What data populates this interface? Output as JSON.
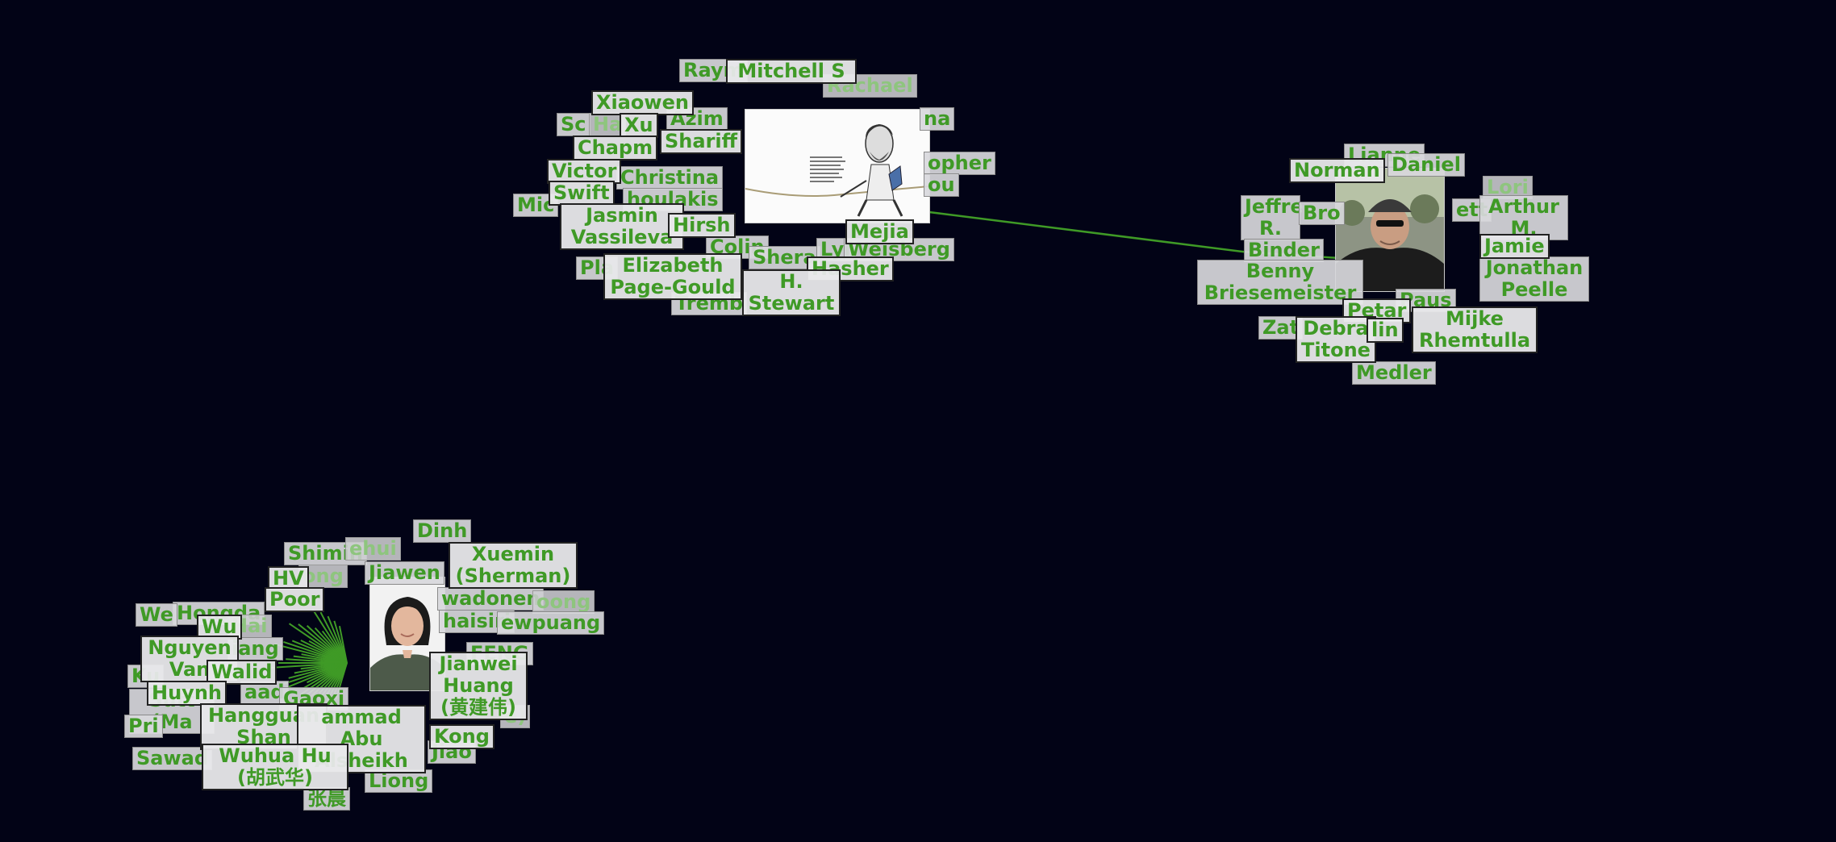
{
  "graph": {
    "background": "#020316",
    "edge_color": "#3f9a26",
    "clusters": [
      {
        "id": "top",
        "photo": "caricature-of-bearded-man-icon",
        "labels": [
          {
            "text": "Raym",
            "tier": "mid"
          },
          {
            "text": "Mitchell S",
            "tier": "front"
          },
          {
            "text": "Rachael",
            "tier": "back"
          },
          {
            "text": "Xiaowen",
            "tier": "front"
          },
          {
            "text": "Azim",
            "tier": "mid"
          },
          {
            "text": "Xu",
            "tier": "front"
          },
          {
            "text": "Shariff",
            "tier": "front"
          },
          {
            "text": "Sc",
            "tier": "mid"
          },
          {
            "text": "Ha",
            "tier": "back"
          },
          {
            "text": "Chapm",
            "tier": "front"
          },
          {
            "text": "Victor",
            "tier": "front"
          },
          {
            "text": "Swift",
            "tier": "front"
          },
          {
            "text": "Christina",
            "tier": "mid"
          },
          {
            "text": "houlakis",
            "tier": "mid"
          },
          {
            "text": "Mic",
            "tier": "mid"
          },
          {
            "text": "Jasmin Vassileva",
            "tier": "front"
          },
          {
            "text": "Hirsh",
            "tier": "front"
          },
          {
            "text": "Colin",
            "tier": "mid"
          },
          {
            "text": "Shera",
            "tier": "mid"
          },
          {
            "text": "Mejia",
            "tier": "front"
          },
          {
            "text": "Weisberg",
            "tier": "mid"
          },
          {
            "text": "Lyl",
            "tier": "mid"
          },
          {
            "text": "Hasher",
            "tier": "front"
          },
          {
            "text": "Elizabeth Page-Gould",
            "tier": "front"
          },
          {
            "text": "H. Stewart",
            "tier": "front"
          },
          {
            "text": "Tremb",
            "tier": "mid"
          },
          {
            "text": "Pla",
            "tier": "mid"
          },
          {
            "text": "opher",
            "tier": "mid"
          },
          {
            "text": "ou",
            "tier": "mid"
          },
          {
            "text": "na",
            "tier": "mid"
          }
        ]
      },
      {
        "id": "right",
        "photo": "man-with-cap-and-sunglasses-icon",
        "labels": [
          {
            "text": "Lianne",
            "tier": "mid"
          },
          {
            "text": "Daniel",
            "tier": "mid"
          },
          {
            "text": "Norman",
            "tier": "front"
          },
          {
            "text": "Lori",
            "tier": "back"
          },
          {
            "text": "Jeffre R.",
            "tier": "mid"
          },
          {
            "text": "Bro",
            "tier": "mid"
          },
          {
            "text": "ett",
            "tier": "mid"
          },
          {
            "text": "Arthur M.",
            "tier": "mid"
          },
          {
            "text": "Binder",
            "tier": "mid"
          },
          {
            "text": "Jamie",
            "tier": "front"
          },
          {
            "text": "Jonathan Peelle",
            "tier": "mid"
          },
          {
            "text": "Benny Briesemeister",
            "tier": "mid"
          },
          {
            "text": "Paus",
            "tier": "mid"
          },
          {
            "text": "Petar",
            "tier": "front"
          },
          {
            "text": "Mijke Rhemtulla",
            "tier": "front"
          },
          {
            "text": "Debra Titone",
            "tier": "front"
          },
          {
            "text": "lin",
            "tier": "front"
          },
          {
            "text": "Zat",
            "tier": "mid"
          },
          {
            "text": "Medler",
            "tier": "mid"
          }
        ]
      },
      {
        "id": "left",
        "photo": "woman-portrait-icon",
        "labels": [
          {
            "text": "Dinh",
            "tier": "mid"
          },
          {
            "text": "Shimin",
            "tier": "mid"
          },
          {
            "text": "ehui",
            "tier": "back"
          },
          {
            "text": "Xuemin (Sherman)",
            "tier": "front"
          },
          {
            "text": "Jiawen",
            "tier": "mid"
          },
          {
            "text": "HV",
            "tier": "front"
          },
          {
            "text": "ong",
            "tier": "back"
          },
          {
            "text": "Poor",
            "tier": "front"
          },
          {
            "text": "Hongda",
            "tier": "mid"
          },
          {
            "text": "Wu",
            "tier": "front"
          },
          {
            "text": "Hai",
            "tier": "back"
          },
          {
            "text": "We",
            "tier": "mid"
          },
          {
            "text": "wadonen",
            "tier": "mid"
          },
          {
            "text": "haisiri",
            "tier": "mid"
          },
          {
            "text": "oong",
            "tier": "back"
          },
          {
            "text": "ewpuang",
            "tier": "mid"
          },
          {
            "text": "Nguyen Van",
            "tier": "front"
          },
          {
            "text": "iang",
            "tier": "mid"
          },
          {
            "text": "Walid",
            "tier": "front"
          },
          {
            "text": "Huynh",
            "tier": "front"
          },
          {
            "text": "aad",
            "tier": "mid"
          },
          {
            "text": "FENG",
            "tier": "mid"
          },
          {
            "text": "Jianwei Huang (黄建伟)",
            "tier": "front"
          },
          {
            "text": "Gaoxi",
            "tier": "mid"
          },
          {
            "text": "Hangguan Shan",
            "tier": "front"
          },
          {
            "text": "ammad Abu Alsheikh",
            "tier": "front"
          },
          {
            "text": "Sutt (Ma",
            "tier": "mid"
          },
          {
            "text": "Wuhua Hu (胡武华)",
            "tier": "front"
          },
          {
            "text": "e)",
            "tier": "back"
          },
          {
            "text": "Kong",
            "tier": "front"
          },
          {
            "text": "Jiao",
            "tier": "mid"
          },
          {
            "text": "Sawad",
            "tier": "mid"
          },
          {
            "text": "Liong",
            "tier": "mid"
          },
          {
            "text": "张晨",
            "tier": "mid"
          },
          {
            "text": "Ku",
            "tier": "mid"
          },
          {
            "text": "Pri",
            "tier": "mid"
          }
        ]
      }
    ]
  }
}
